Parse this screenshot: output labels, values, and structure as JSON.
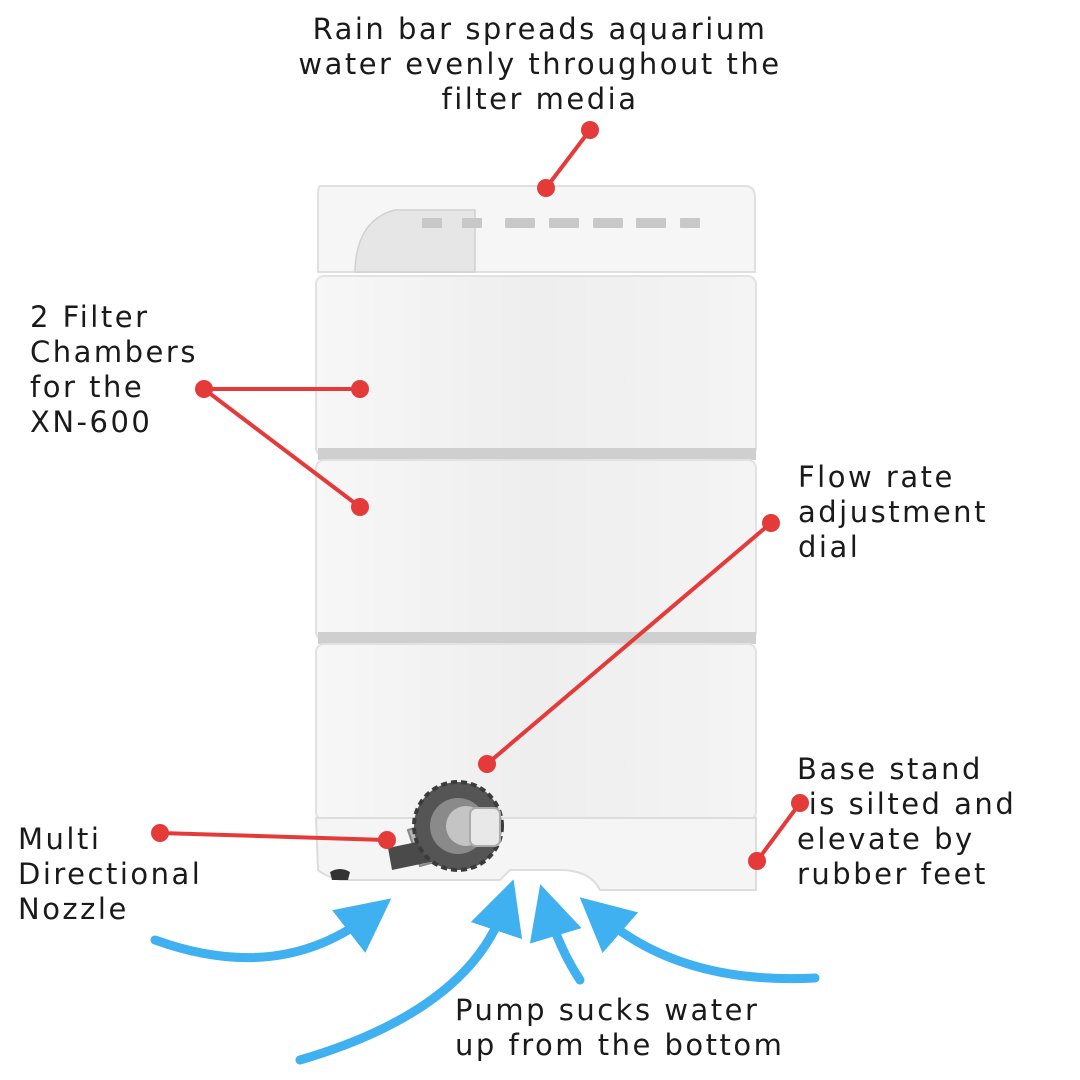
{
  "colors": {
    "callout": "#e43a3a",
    "arrow": "#3fb0f0",
    "text": "#1a1a1a",
    "filter_body": "#f3f3f3",
    "filter_edge": "#d6d6d6",
    "dial": "#555555"
  },
  "labels": {
    "rain_bar": "Rain bar spreads aquarium\nwater evenly throughout the\nfilter media",
    "filter_chambers": "2 Filter\nChambers\nfor the\nXN-600",
    "flow_rate": "Flow rate\nadjustment\ndial",
    "base_stand": "Base stand\n is silted and\nelevate by\nrubber feet",
    "nozzle": "Multi\nDirectional\nNozzle",
    "pump": "Pump sucks water\nup from the bottom"
  }
}
